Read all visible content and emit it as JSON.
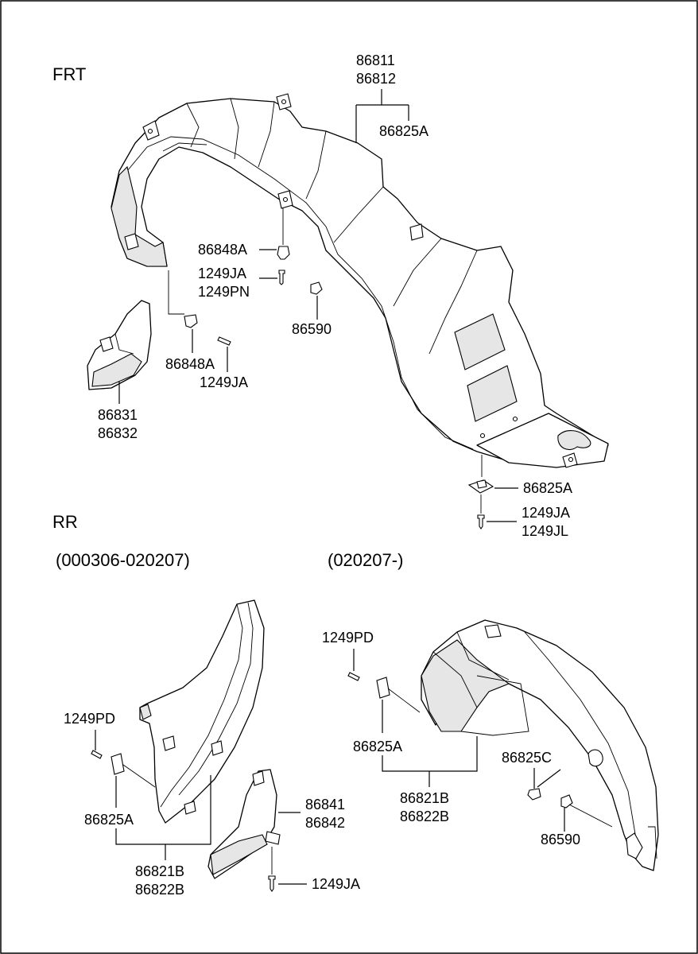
{
  "sections": {
    "front": "FRT",
    "rear": "RR",
    "rear_range_early": "(000306-020207)",
    "rear_range_late": "(020207-)"
  },
  "labels": {
    "p86811": "86811",
    "p86812": "86812",
    "p86825A_top": "86825A",
    "p86848A_a": "86848A",
    "p1249JA_a": "1249JA",
    "p1249PN": "1249PN",
    "p86590_a": "86590",
    "p86848A_b": "86848A",
    "p1249JA_b": "1249JA",
    "p86831": "86831",
    "p86832": "86832",
    "p86825A_b": "86825A",
    "p1249JA_c": "1249JA",
    "p1249JL": "1249JL",
    "p1249PD_a": "1249PD",
    "p86825A_c": "86825A",
    "p86821B_a": "86821B",
    "p86822B_a": "86822B",
    "p86841": "86841",
    "p86842": "86842",
    "p1249JA_d": "1249JA",
    "p1249PD_b": "1249PD",
    "p86825A_d": "86825A",
    "p86821B_b": "86821B",
    "p86822B_b": "86822B",
    "p86825C": "86825C",
    "p86590_b": "86590"
  }
}
